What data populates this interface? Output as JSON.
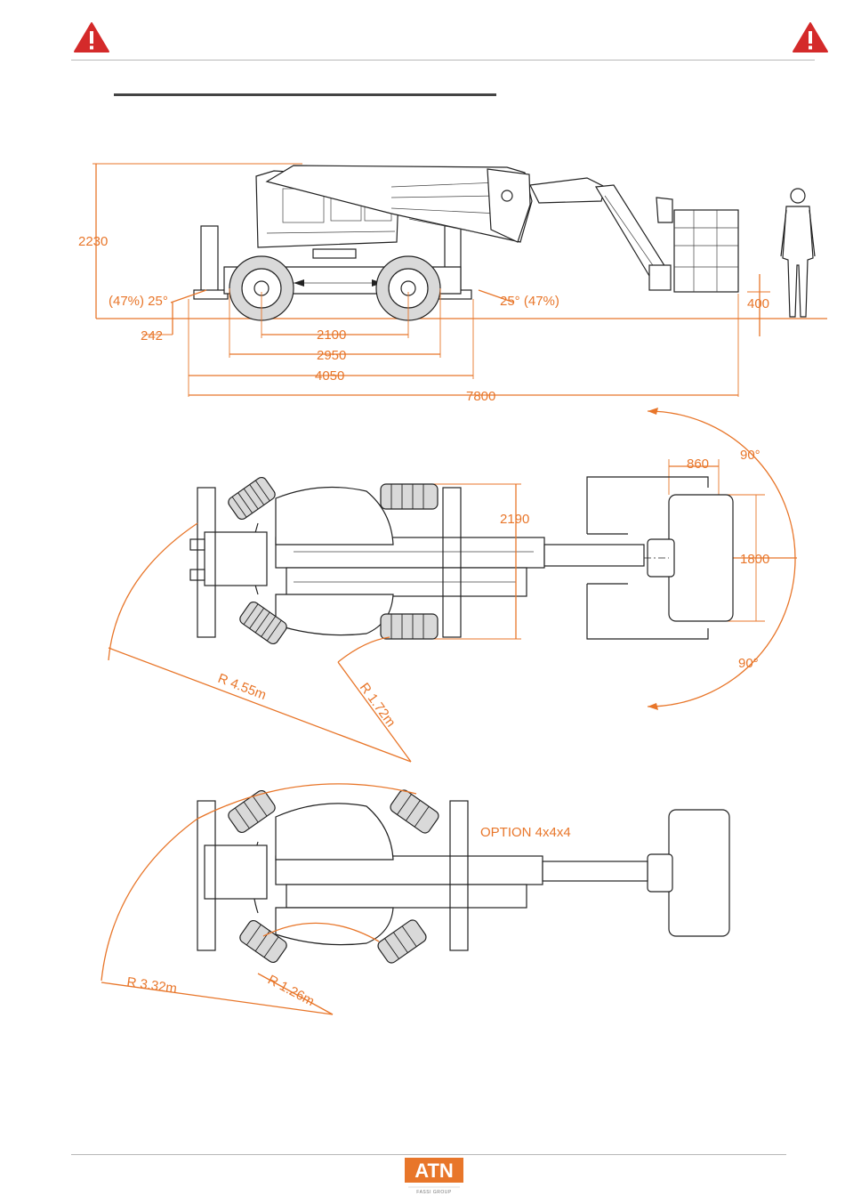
{
  "colors": {
    "dimension": "#e8762a",
    "linework": "#222222",
    "warning": "#d42a2a",
    "logo": "#e8762a"
  },
  "header": {
    "left_icon": "warning-triangle-icon",
    "right_icon": "warning-triangle-icon"
  },
  "side_view": {
    "height": "2230",
    "slope_left": "(47%) 25°",
    "slope_right": "25° (47%)",
    "ground_clearance": "242",
    "platform_height": "400",
    "wheelbase": "2100",
    "axle_span": "2950",
    "chassis_length": "4050",
    "overall_length": "7800"
  },
  "top_view": {
    "platform_depth": "860",
    "angle_top": "90°",
    "angle_bottom": "90°",
    "platform_width": "1800",
    "track_width": "2190",
    "outer_radius": "R 4.55m",
    "inner_radius": "R 1.72m"
  },
  "option_view": {
    "option_label": "OPTION 4x4x4",
    "outer_radius": "R 3.32m",
    "inner_radius": "R 1.26m"
  },
  "footer": {
    "logo_text": "ATN",
    "logo_subtext": "FASSI GROUP"
  }
}
